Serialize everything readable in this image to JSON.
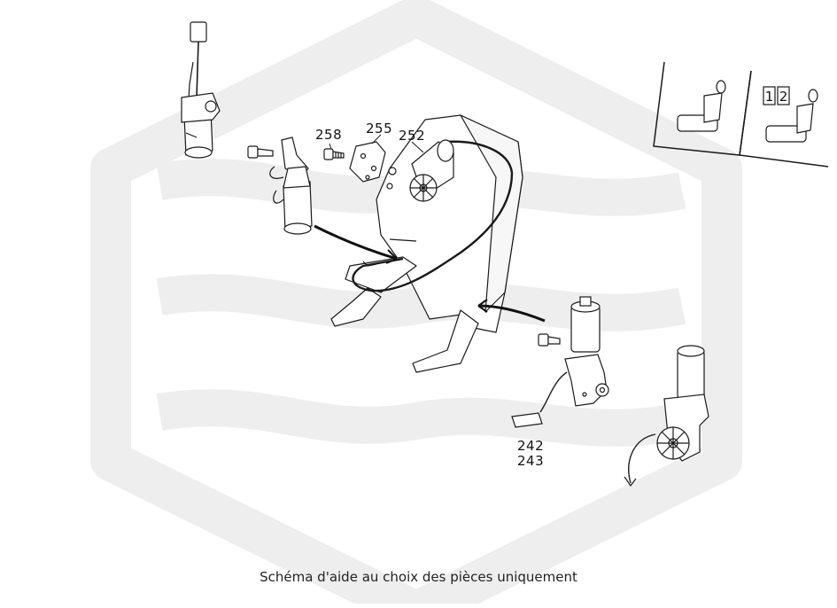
{
  "watermark": {
    "color": "#eeeeee"
  },
  "line_color": "#1a1a1a",
  "part_labels": {
    "p258": "258",
    "p255": "255",
    "p252": "252",
    "p242": "242",
    "p243": "243"
  },
  "switch_panel": {
    "keys": [
      "1",
      "2"
    ]
  },
  "caption": "Schéma d'aide au choix des pièces uniquement"
}
